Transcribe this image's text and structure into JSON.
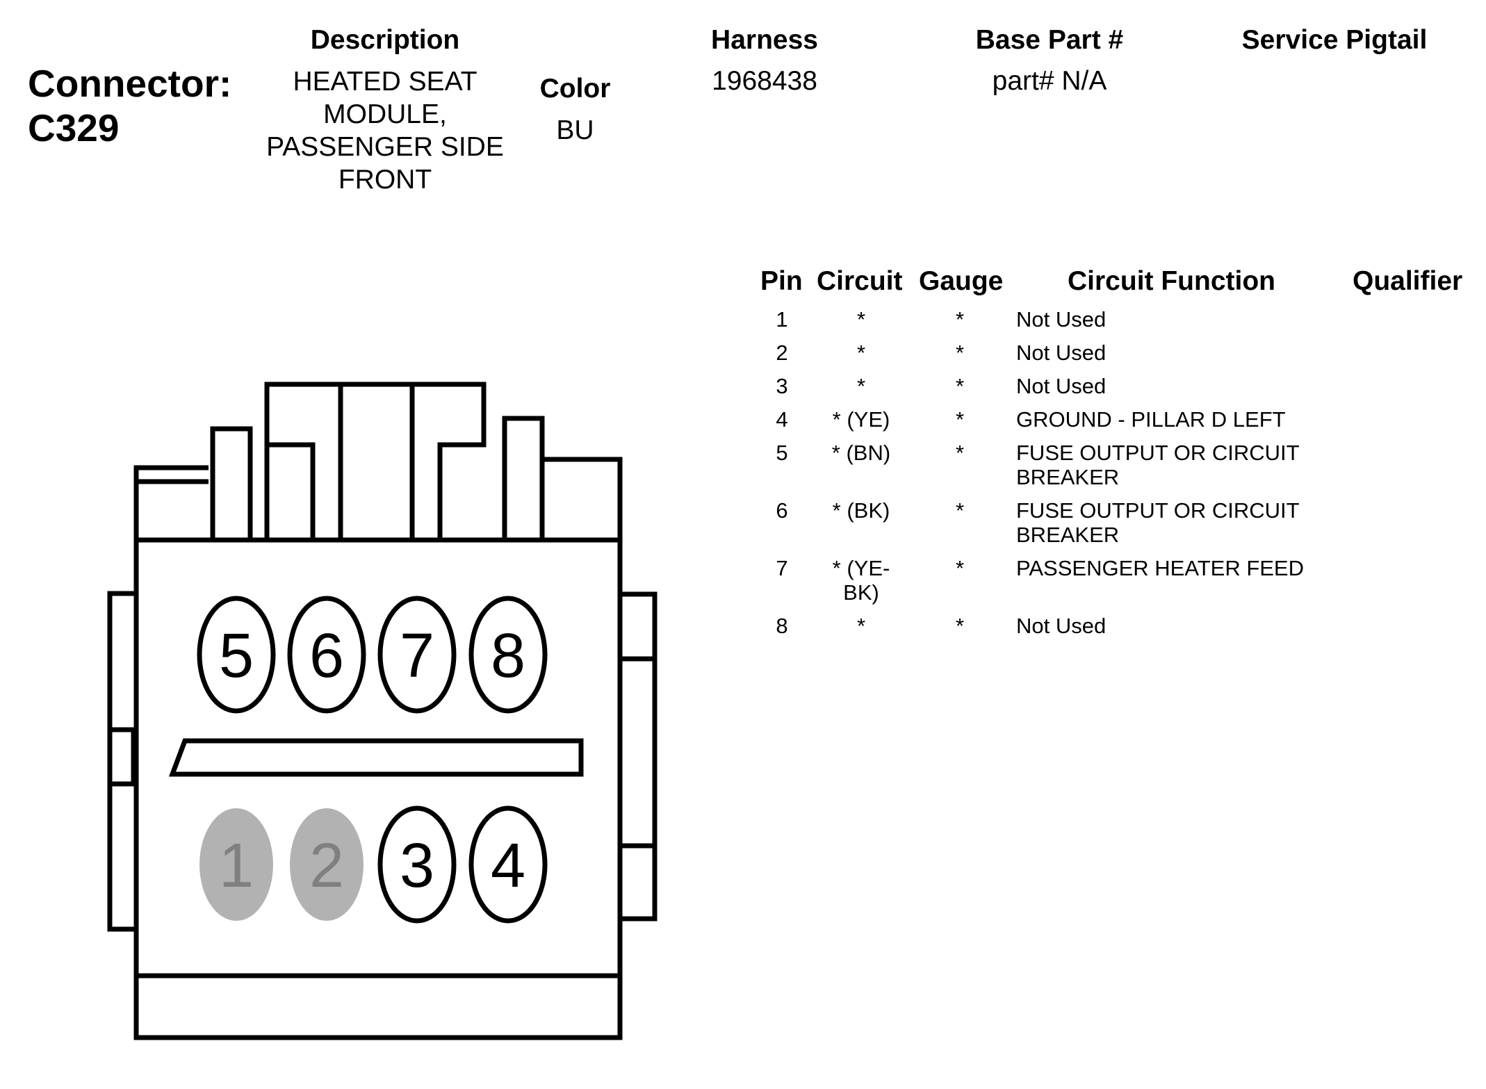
{
  "connector": {
    "label_line1": "Connector:",
    "label_line2": "C329"
  },
  "description": {
    "header": "Description",
    "text": "HEATED SEAT MODULE, PASSENGER SIDE FRONT"
  },
  "color": {
    "header": "Color",
    "value": "BU"
  },
  "harness": {
    "header": "Harness",
    "value": "1968438"
  },
  "base_part": {
    "header": "Base Part #",
    "value": "part# N/A"
  },
  "service_pigtail": {
    "header": "Service Pigtail"
  },
  "table": {
    "headers": {
      "pin": "Pin",
      "circuit": "Circuit",
      "gauge": "Gauge",
      "function": "Circuit Function",
      "qualifier": "Qualifier"
    },
    "rows": [
      {
        "pin": "1",
        "circuit": "*",
        "gauge": "*",
        "function": "Not Used"
      },
      {
        "pin": "2",
        "circuit": "*",
        "gauge": "*",
        "function": "Not Used"
      },
      {
        "pin": "3",
        "circuit": "*",
        "gauge": "*",
        "function": "Not Used"
      },
      {
        "pin": "4",
        "circuit": "* (YE)",
        "gauge": "*",
        "function": "GROUND - PILLAR D LEFT"
      },
      {
        "pin": "5",
        "circuit": "* (BN)",
        "gauge": "*",
        "function": "FUSE OUTPUT OR CIRCUIT BREAKER"
      },
      {
        "pin": "6",
        "circuit": "* (BK)",
        "gauge": "*",
        "function": "FUSE OUTPUT OR CIRCUIT BREAKER"
      },
      {
        "pin": "7",
        "circuit": "* (YE-BK)",
        "gauge": "*",
        "function": "PASSENGER HEATER FEED"
      },
      {
        "pin": "8",
        "circuit": "*",
        "gauge": "*",
        "function": "Not Used"
      }
    ]
  },
  "diagram": {
    "pins": [
      {
        "number": "5",
        "filled": false
      },
      {
        "number": "6",
        "filled": false
      },
      {
        "number": "7",
        "filled": false
      },
      {
        "number": "8",
        "filled": false
      },
      {
        "number": "1",
        "filled": true
      },
      {
        "number": "2",
        "filled": true
      },
      {
        "number": "3",
        "filled": false
      },
      {
        "number": "4",
        "filled": false
      }
    ],
    "colors": {
      "outline": "#000000",
      "unused_pin_fill": "#b2b2b2",
      "unused_pin_text": "#808080"
    }
  }
}
